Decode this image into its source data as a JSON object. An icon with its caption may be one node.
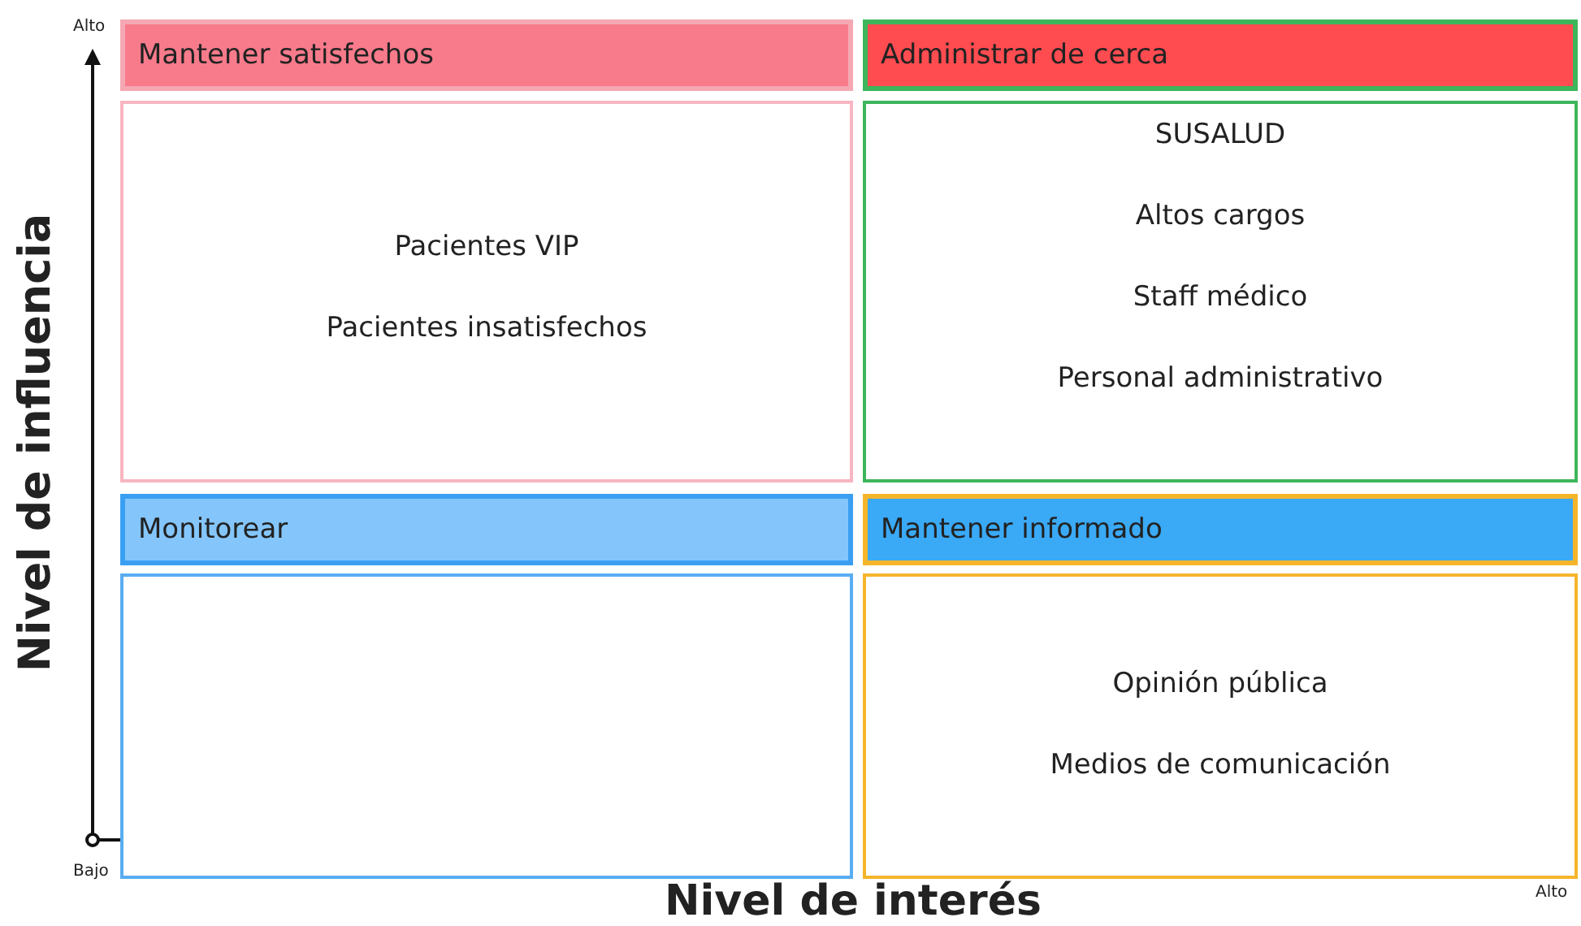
{
  "diagram": {
    "nodes": [
      {
        "text": [
          "Mantener satisfechos"
        ]
      },
      {
        "text": [
          "Pacientes VIP",
          "Pacientes insatisfechos"
        ]
      },
      {
        "text": [
          "Administrar de cerca"
        ]
      },
      {
        "text": [
          "SUSALUD",
          "Altos cargos",
          "Staff médico",
          "Personal administrativo"
        ]
      },
      {
        "text": [
          "Monitorear"
        ]
      },
      {
        "text": [],
        "shape": "box"
      },
      {
        "text": [
          "Mantener informado"
        ]
      },
      {
        "text": [
          "Opinión pública",
          "Medios de comunicación"
        ]
      }
    ],
    "edges": [],
    "labels": [
      "Alto",
      "Nivel de influencia",
      "Bajo",
      "Nivel de interés",
      "Alto"
    ]
  }
}
